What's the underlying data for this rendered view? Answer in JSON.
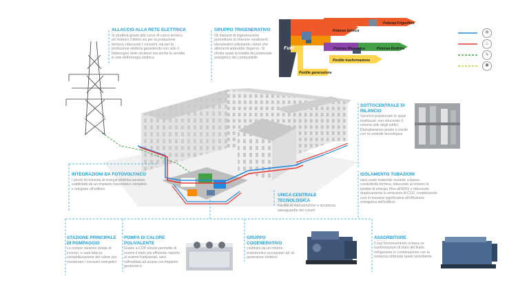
{
  "colors": {
    "accent_blue": "#1a9fd9",
    "line_heat": "#e53935",
    "line_cold": "#1e88e5",
    "line_green": "#43a047",
    "text_gray": "#8a8a8a"
  },
  "callouts": {
    "allaccio": {
      "title": "ALLACCIO ALLA RETE ELETTRICA",
      "body": "Si studierà grazie alle curve di carico termico ed elettrico l'ottimo sia per la produzione termica, riducendo i consumi, sia per la produzione elettrica garantendo non solo il fabbisogno delle strutture ma anche la vendita in rete dell'energia elettrica"
    },
    "trigenerativo": {
      "title": "GRUPPO TRIGENERATIVO",
      "body": "Gli impianti di trigenerazione permettono di ottenere rendimenti elevatissimi utilizzando calore che altrimenti andrebbe disperso. Si sfrutta quasi la totalità del potenziale energetico del combustibile"
    },
    "sottocentrale": {
      "title": "SOTTOCENTRALE DI RILANCIO",
      "body": "Saranno posizionate in spazi inutilizzati, non riducendo il volume utile degli edifici. Dialogheranno grazie a sonde con la centrale tecnologica"
    },
    "fotovoltaico": {
      "title": "INTEGRAZIONI DA FOTOVOLTAICO",
      "body": "I picchi di richiesta di energia elettrica saranno soddisfatti da un impianto fotovoltaico completo e integrato all'edificio"
    },
    "isolamento": {
      "title": "ISOLAMENTO TUBAZIONI",
      "body": "sarà usato materiale isolante a bassa conduttività termica, riducendo al minimo le perdite di energia (fino all'80%) e riducendo drasticamente le emissioni di CO2, contribuendo così in maniera significativa all'efficienza energetica dell'edificio"
    },
    "unica": {
      "title": "UNICA CENTRALE TECNOLOGICA",
      "body": "Facilità di manutenzione e sicurezza, salvaguardia dei volumi"
    },
    "stazione": {
      "title": "STAZIONE PRINCIPALE DI POMPAGGIO",
      "body": "Le pompe saranno dotate di inverter, e sarà fatta la contabilizzazione del calore per monitorare i consumi energetici"
    },
    "pompa": {
      "title": "POMPA DI CALORE POLIVALENTE",
      "body": "Grazie a COP elevati permette di essere il triplo più efficiente rispetto ai sistemi tradizionali, sarà raffreddata ad acqua con impianto geotermico"
    },
    "cogenerativo": {
      "title": "GRUPPO COGENERATIVO",
      "body": "costituito da un motore endotermico accoppiato ad un generatore elettrico"
    },
    "assorbitore": {
      "title": "ASSORBITORE",
      "body": "Il suo funzionamento si basa su trasformazioni di stato del fluido refrigerante in combinazione con la sostanza utilizzata quale assorbente."
    }
  },
  "flow_diagram": {
    "fuel": "Fuel",
    "potenza_termica": "Potenza termica",
    "potenza_frigorifera": "Potenza Frigorifera",
    "potenza_meccanica": "Potenza Meccanica",
    "potenza_elettrica": "Potenza Elettrica",
    "perdite_trasformazione": "Perdite trasformazione",
    "perdite_generazione": "Perdite generazione"
  },
  "legend": [
    {
      "line_color": "#1e88e5",
      "icon": "snowflake-icon",
      "glyph": "❄"
    },
    {
      "line_color": "#e53935",
      "icon": "heat-icon",
      "glyph": "♨"
    },
    {
      "line_color": "#43a047",
      "icon": "lightning-icon",
      "glyph": "ϟ"
    },
    {
      "line_color": "#c0ca33",
      "icon": "bulb-icon",
      "glyph": "✺"
    }
  ]
}
